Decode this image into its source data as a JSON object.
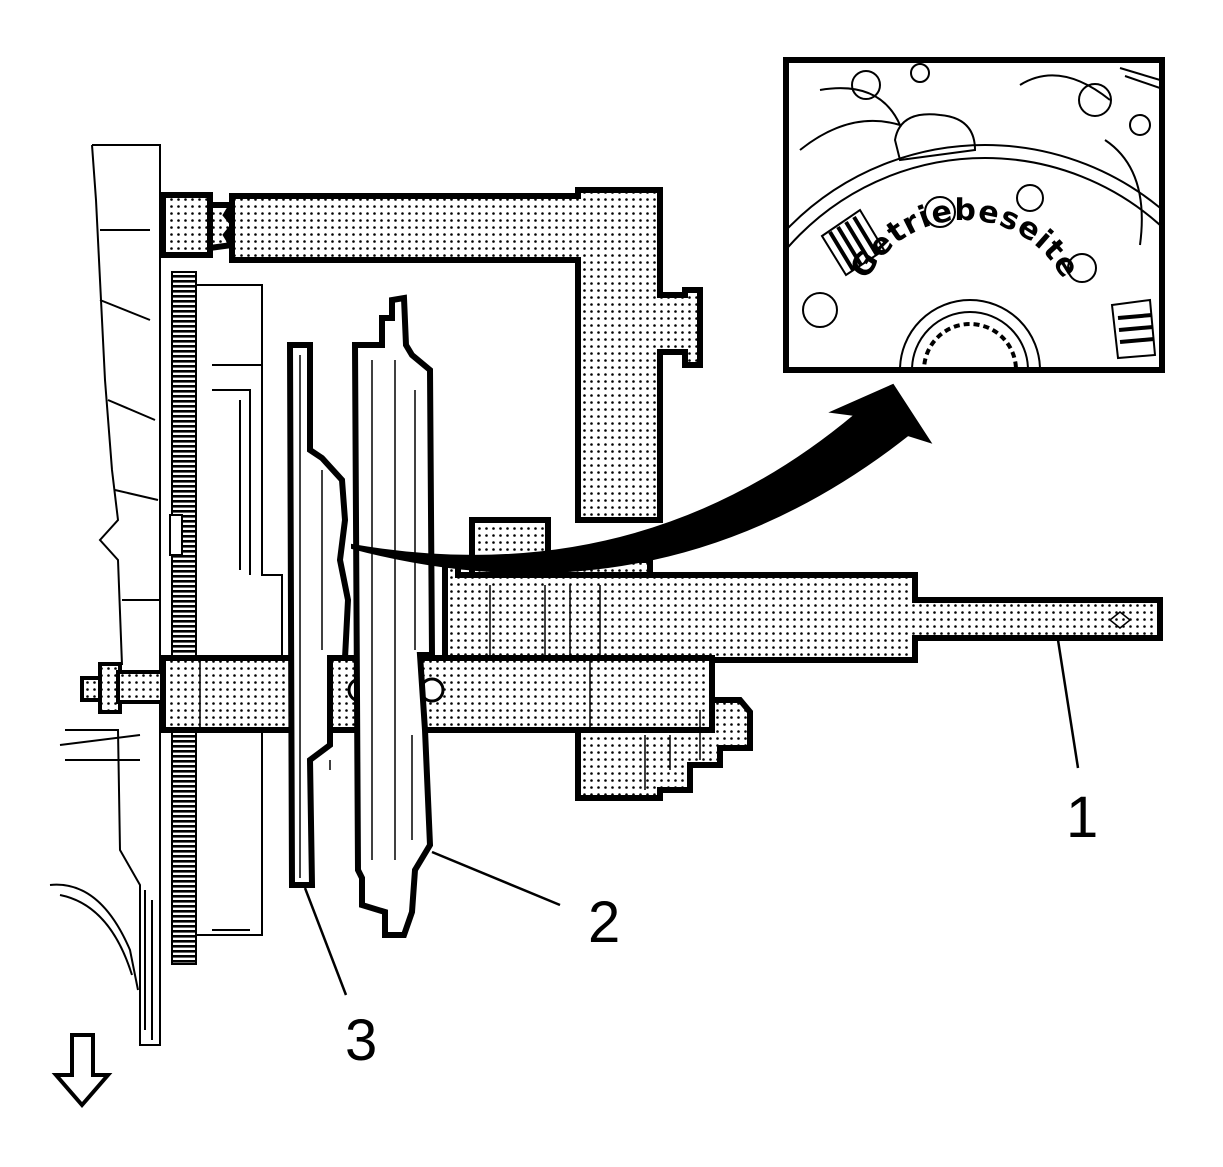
{
  "diagram": {
    "callouts": {
      "one": "1",
      "two": "2",
      "three": "3"
    },
    "inset_label": "Getriebeseite",
    "icons": [
      "down-arrow-icon",
      "curved-arrow-icon"
    ],
    "colors": {
      "line": "#000000",
      "background": "#ffffff"
    }
  }
}
